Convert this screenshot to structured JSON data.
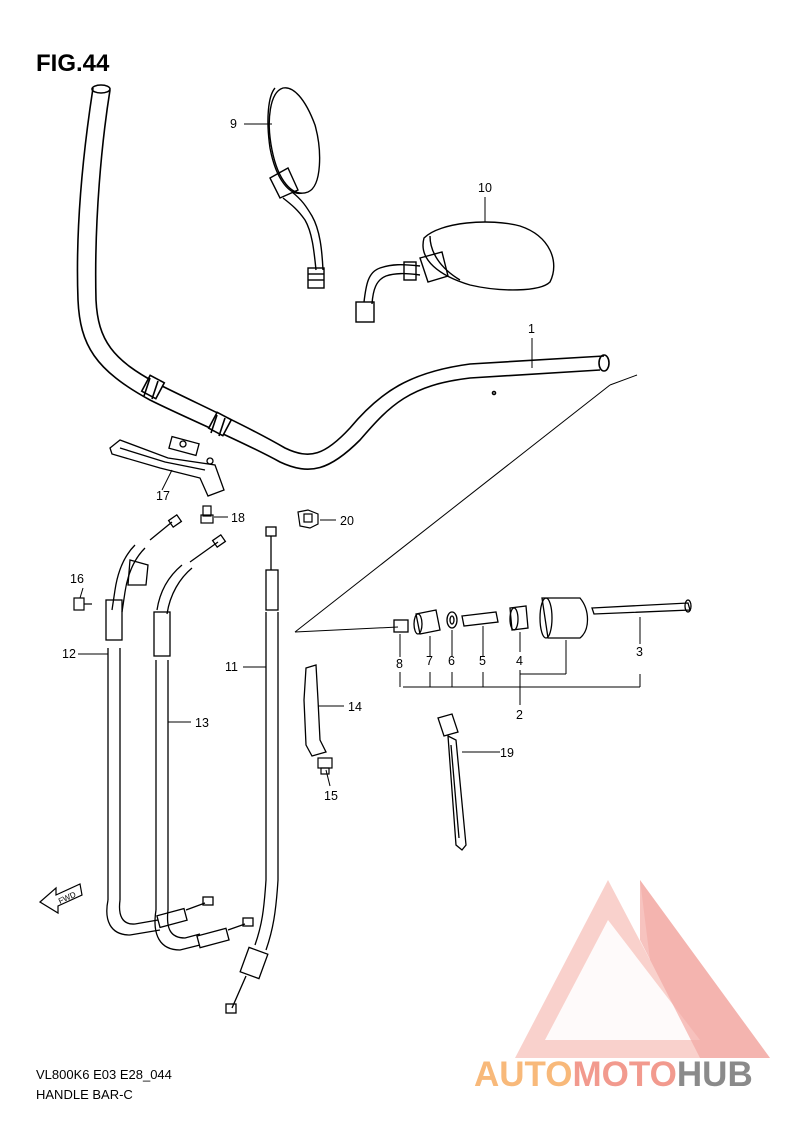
{
  "figure": {
    "title": "FIG.44",
    "model_code": "VL800K6 E03 E28_044",
    "section_name": "HANDLE BAR-C"
  },
  "parts": [
    {
      "id": "1"
    },
    {
      "id": "2"
    },
    {
      "id": "3"
    },
    {
      "id": "4"
    },
    {
      "id": "5"
    },
    {
      "id": "6"
    },
    {
      "id": "7"
    },
    {
      "id": "8"
    },
    {
      "id": "9"
    },
    {
      "id": "10"
    },
    {
      "id": "11"
    },
    {
      "id": "12"
    },
    {
      "id": "13"
    },
    {
      "id": "14"
    },
    {
      "id": "15"
    },
    {
      "id": "16"
    },
    {
      "id": "17"
    },
    {
      "id": "18"
    },
    {
      "id": "19"
    },
    {
      "id": "20"
    }
  ],
  "direction_marker": "FWD",
  "watermark": {
    "part1": "AUTO",
    "part2": "MOTO",
    "part3": "HUB",
    "colors": {
      "logo": "#f08c84",
      "auto": "#f8b97a",
      "moto": "#f29a8e",
      "hub": "#8a8a8a"
    }
  }
}
